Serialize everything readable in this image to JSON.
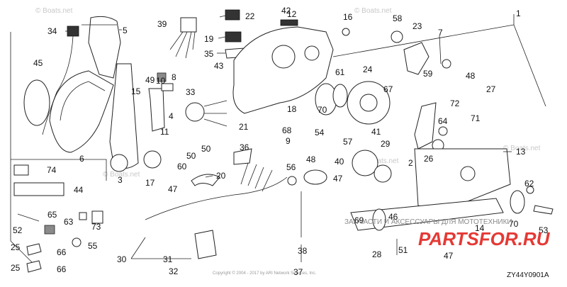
{
  "diagram": {
    "callouts": [
      "1",
      "2",
      "3",
      "4",
      "5",
      "6",
      "7",
      "8",
      "9",
      "10",
      "11",
      "12",
      "13",
      "14",
      "15",
      "16",
      "17",
      "18",
      "19",
      "20",
      "21",
      "22",
      "23",
      "24",
      "25",
      "25",
      "26",
      "27",
      "28",
      "29",
      "30",
      "31",
      "32",
      "33",
      "34",
      "35",
      "36",
      "37",
      "38",
      "39",
      "40",
      "41",
      "42",
      "43",
      "44",
      "45",
      "46",
      "47",
      "47",
      "47",
      "48",
      "48",
      "49",
      "50",
      "50",
      "51",
      "52",
      "53",
      "54",
      "55",
      "56",
      "57",
      "58",
      "59",
      "60",
      "61",
      "62",
      "63",
      "64",
      "65",
      "66",
      "66",
      "67",
      "68",
      "69",
      "70",
      "70",
      "71",
      "72",
      "73",
      "74"
    ],
    "watermark": "© Boats.net",
    "overlay_text": "ЗАПЧАСТИ И АКСЕССУАРЫ ДЛЯ МОТОТЕХНИКИ",
    "overlay_logo": "PARTSFOR.RU",
    "copyright_note": "Copyright © 2004 - 2017 by ARI Network Services, Inc.",
    "diagram_code": "ZY44Y0901A"
  },
  "colors": {
    "line": "#222222",
    "brand_red": "#e53935",
    "overlay_gray": "#8a8a8a"
  }
}
